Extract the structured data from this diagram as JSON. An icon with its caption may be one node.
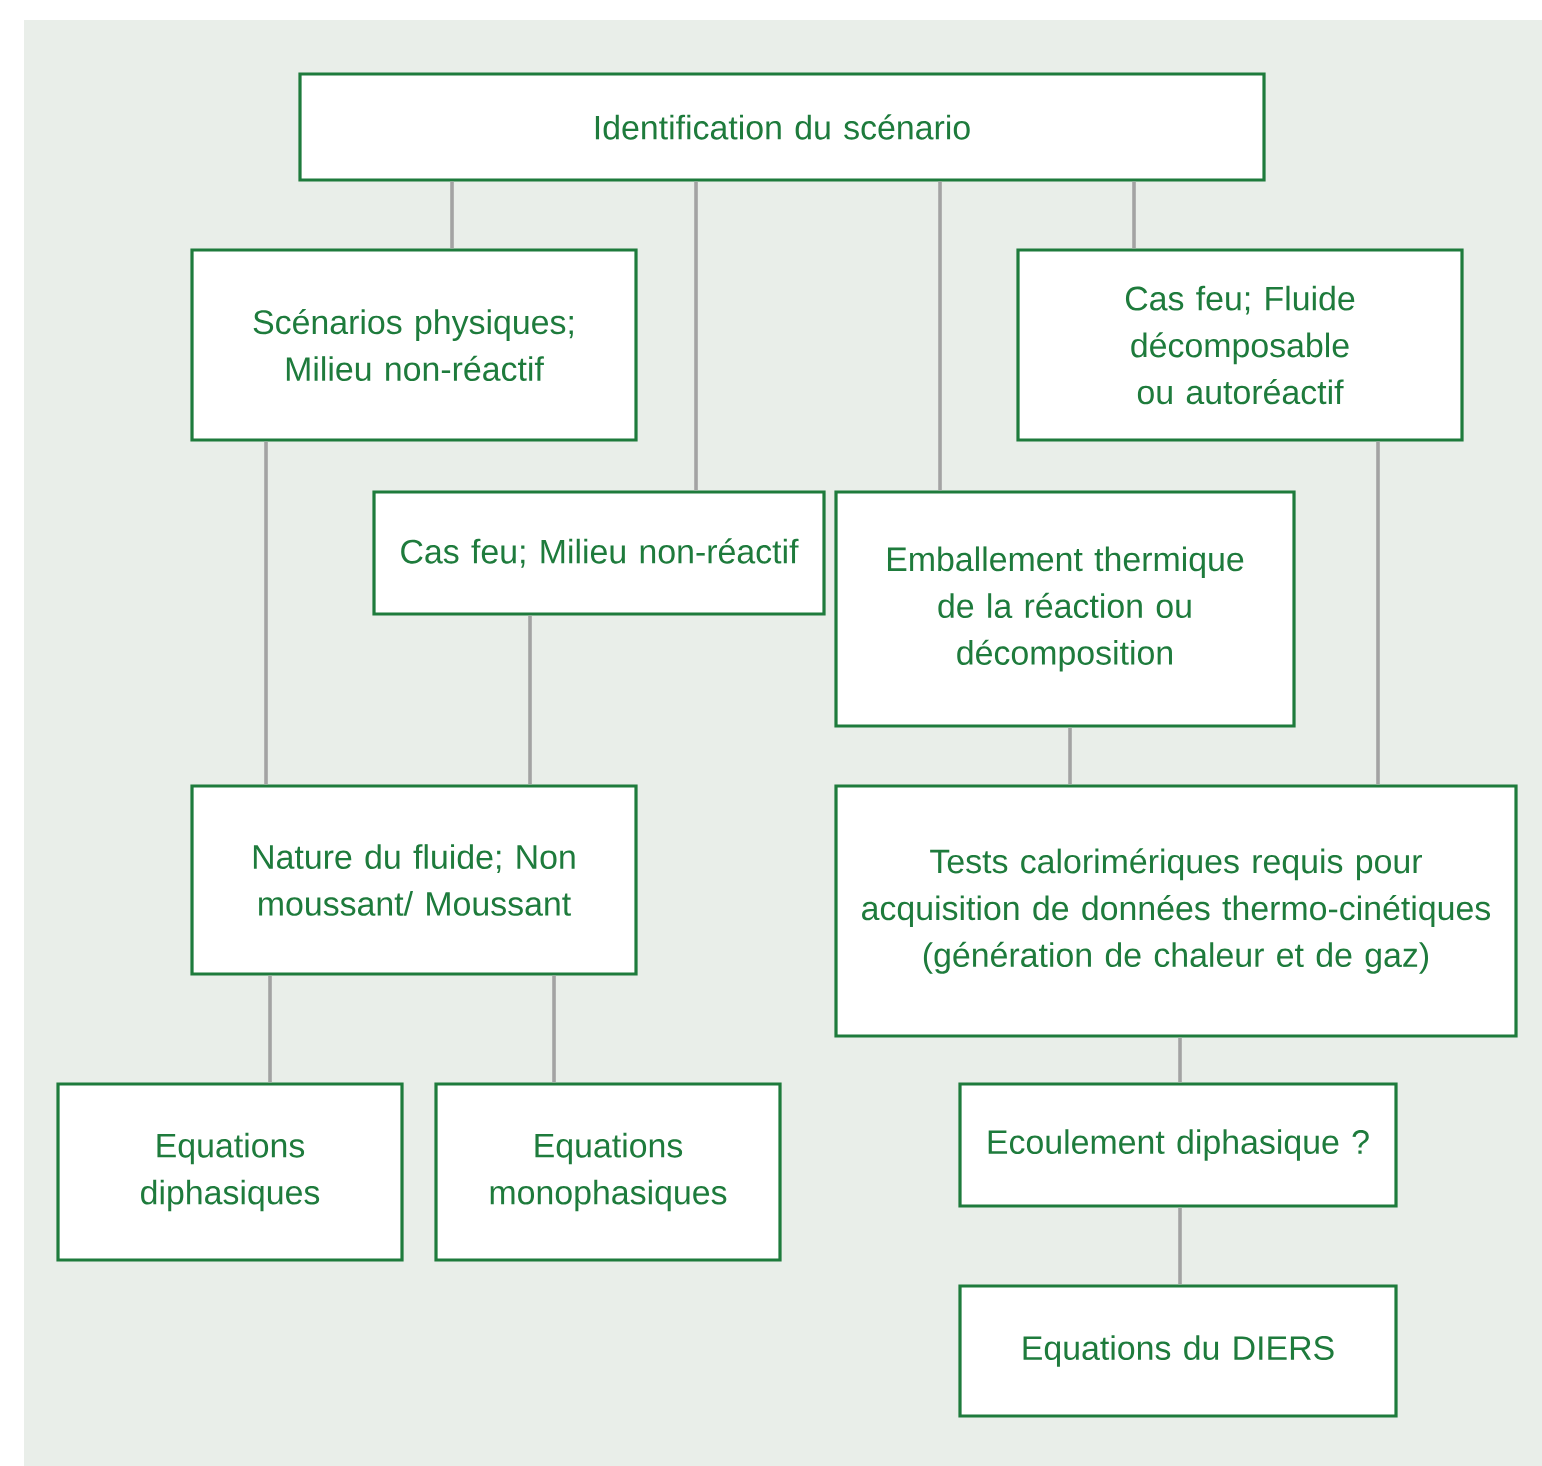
{
  "diagram": {
    "nodes": [
      {
        "text": [
          "Identification du scénario"
        ]
      },
      {
        "text": [
          "Scénarios physiques; Milieu non-réactif"
        ]
      },
      {
        "text": [
          "Cas feu; Fluide décomposable ou autoréactif"
        ]
      },
      {
        "text": [
          "Cas feu; Milieu non-réactif"
        ]
      },
      {
        "text": [
          "Emballement thermique de la réaction ou décomposition"
        ]
      },
      {
        "text": [
          "Nature du fluide; Non moussant/ Moussant"
        ]
      },
      {
        "text": [
          "Tests calorimériques requis pour acquisition de données thermo-cinétiques (génération de chaleur et de gaz)"
        ]
      },
      {
        "text": [
          "Equations diphasiques"
        ]
      },
      {
        "text": [
          "Equations monophasiques"
        ]
      },
      {
        "text": [
          "Ecoulement diphasique ?"
        ]
      },
      {
        "text": [
          "Equations du DIERS"
        ]
      }
    ],
    "edges": [
      {
        "from": 0,
        "to": 1,
        "arrow": "none"
      },
      {
        "from": 0,
        "to": 3,
        "arrow": "none"
      },
      {
        "from": 0,
        "to": 4,
        "arrow": "none"
      },
      {
        "from": 0,
        "to": 2,
        "arrow": "none"
      },
      {
        "from": 1,
        "to": 5,
        "arrow": "none"
      },
      {
        "from": 3,
        "to": 5,
        "arrow": "none"
      },
      {
        "from": 4,
        "to": 6,
        "arrow": "none"
      },
      {
        "from": 2,
        "to": 6,
        "arrow": "none"
      },
      {
        "from": 5,
        "to": 7,
        "arrow": "none"
      },
      {
        "from": 5,
        "to": 8,
        "arrow": "none"
      },
      {
        "from": 6,
        "to": 9,
        "arrow": "none"
      },
      {
        "from": 9,
        "to": 10,
        "arrow": "none"
      }
    ]
  }
}
